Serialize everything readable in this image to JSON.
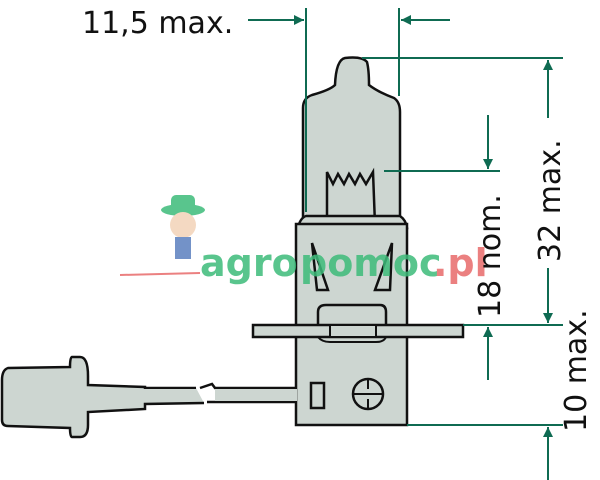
{
  "diagram": {
    "subject": "H3 halogen bulb dimension drawing",
    "colors": {
      "dimension_line": "#0f6b52",
      "outline": "#111111",
      "body_fill": "#cdd6d1",
      "background": "#ffffff"
    },
    "dimensions": {
      "width_label": "11,5 max.",
      "filament_height_label": "18 nom.",
      "total_height_label": "32 max.",
      "base_height_label": "10 max."
    },
    "watermark": {
      "text_green": "agro",
      "text_green2": "pomoc",
      "text_red": ".pl",
      "green": "#3dbb7a",
      "red": "#e86a6a"
    }
  }
}
